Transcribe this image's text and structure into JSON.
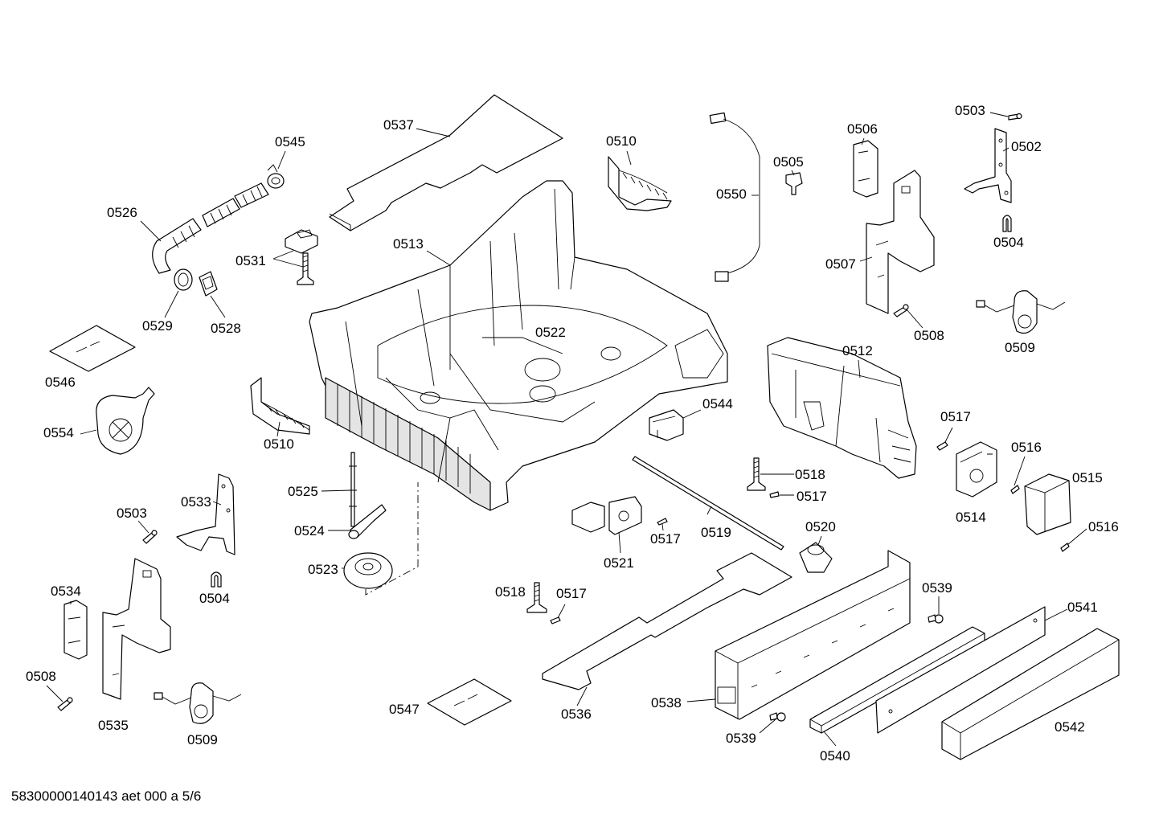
{
  "labels": {
    "l0537": "0537",
    "l0545": "0545",
    "l0526": "0526",
    "l0531": "0531",
    "l0513": "0513",
    "l0529": "0529",
    "l0528": "0528",
    "l0510a": "0510",
    "l0550": "0550",
    "l0505": "0505",
    "l0506": "0506",
    "l0503a": "0503",
    "l0502": "0502",
    "l0504a": "0504",
    "l0507": "0507",
    "l0508a": "0508",
    "l0509a": "0509",
    "l0546": "0546",
    "l0554": "0554",
    "l0510b": "0510",
    "l0522": "0522",
    "l0512": "0512",
    "l0544": "0544",
    "l0517a": "0517",
    "l0516a": "0516",
    "l0515": "0515",
    "l0514": "0514",
    "l0516b": "0516",
    "l0518a": "0518",
    "l0517b": "0517",
    "l0525": "0525",
    "l0533": "0533",
    "l0503b": "0503",
    "l0524": "0524",
    "l0523": "0523",
    "l0504b": "0504",
    "l0521": "0521",
    "l0517c": "0517",
    "l0519": "0519",
    "l0520": "0520",
    "l0534": "0534",
    "l0518b": "0518",
    "l0517d": "0517",
    "l0539a": "0539",
    "l0541": "0541",
    "l0508b": "0508",
    "l0535": "0535",
    "l0509b": "0509",
    "l0547": "0547",
    "l0536": "0536",
    "l0538": "0538",
    "l0539b": "0539",
    "l0540": "0540",
    "l0542": "0542"
  },
  "footer": {
    "doc_id": "58300000140143 aet 000 a 5/6"
  }
}
